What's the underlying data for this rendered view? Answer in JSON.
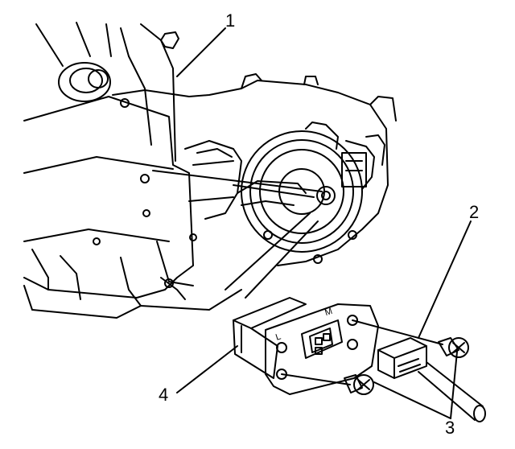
{
  "callouts": {
    "c1": "1",
    "c2": "2",
    "c3": "3",
    "c4": "4"
  },
  "resistor_marks": {
    "low": "L",
    "medium": "M"
  },
  "colors": {
    "line": "#000000",
    "background": "#ffffff"
  }
}
